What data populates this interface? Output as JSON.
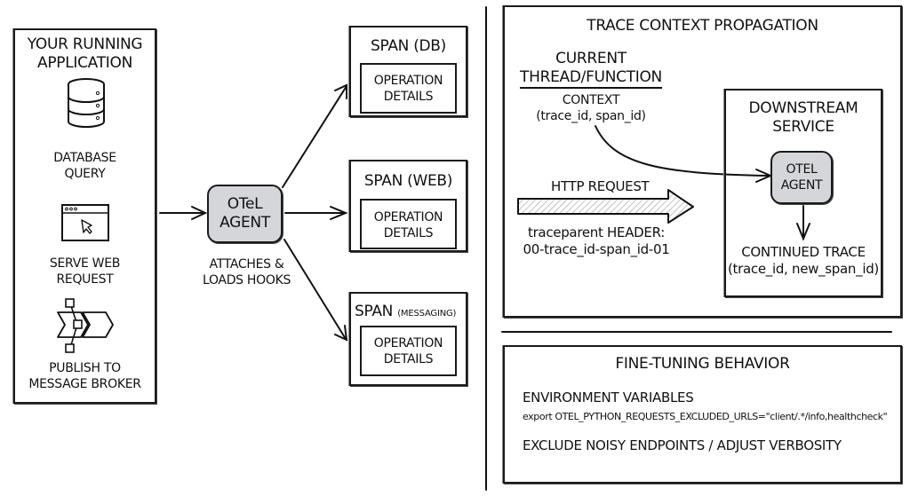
{
  "application": {
    "title_line1": "YOUR RUNNING",
    "title_line2": "APPLICATION",
    "items": [
      {
        "icon": "database-icon",
        "label_line1": "DATABASE",
        "label_line2": "QUERY"
      },
      {
        "icon": "browser-cursor-icon",
        "label_line1": "SERVE WEB",
        "label_line2": "REQUEST"
      },
      {
        "icon": "message-broker-icon",
        "label_line1": "PUBLISH TO",
        "label_line2": "MESSAGE BROKER"
      }
    ]
  },
  "agent": {
    "label_line1": "OTeL",
    "label_line2": "AGENT",
    "caption_line1": "ATTACHES &",
    "caption_line2": "LOADS HOOKS"
  },
  "spans": [
    {
      "title": "SPAN (DB)",
      "title_main": "SPAN",
      "title_suffix": "(DB)",
      "detail_line1": "OPERATION",
      "detail_line2": "DETAILS"
    },
    {
      "title": "SPAN (WEB)",
      "title_main": "SPAN",
      "title_suffix": "(WEB)",
      "detail_line1": "OPERATION",
      "detail_line2": "DETAILS"
    },
    {
      "title": "SPAN (MESSAGING)",
      "title_main": "SPAN",
      "title_suffix": "(MESSAGING)",
      "detail_line1": "OPERATION",
      "detail_line2": "DETAILS"
    }
  ],
  "propagation": {
    "title": "TRACE CONTEXT PROPAGATION",
    "current_line1": "CURRENT",
    "current_line2": "THREAD/FUNCTION",
    "context_label": "CONTEXT",
    "context_value": "(trace_id, span_id)",
    "http_label": "HTTP REQUEST",
    "header_line1": "traceparent HEADER:",
    "header_line2": "00-trace_id-span_id-01",
    "downstream_line1": "DOWNSTREAM",
    "downstream_line2": "SERVICE",
    "downstream_agent_line1": "OTEL",
    "downstream_agent_line2": "AGENT",
    "continued_label": "CONTINUED TRACE",
    "continued_value": "(trace_id, new_span_id)"
  },
  "fine_tuning": {
    "title": "FINE-TUNING BEHAVIOR",
    "env_heading": "ENVIRONMENT VARIABLES",
    "env_command": "export OTEL_PYTHON_REQUESTS_EXCLUDED_URLS=\"client/.*/info,healthcheck\"",
    "note": "EXCLUDE NOISY ENDPOINTS / ADJUST VERBOSITY"
  }
}
